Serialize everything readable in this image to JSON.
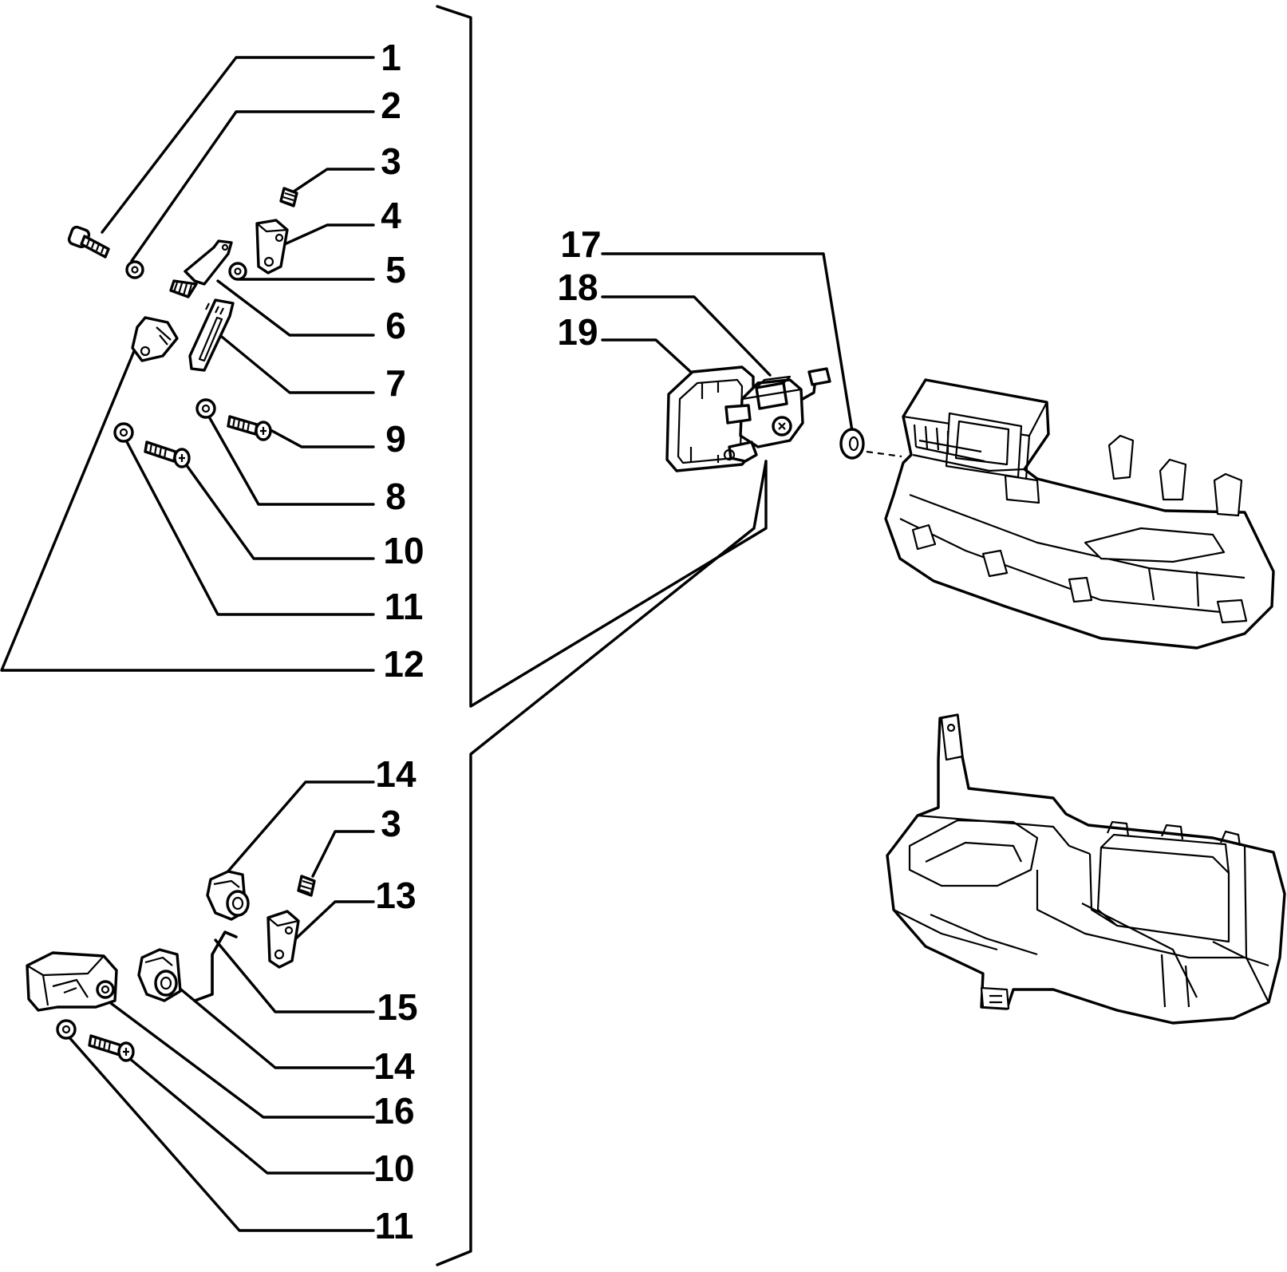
{
  "callouts": [
    {
      "num": "1"
    },
    {
      "num": "2"
    },
    {
      "num": "3"
    },
    {
      "num": "4"
    },
    {
      "num": "5"
    },
    {
      "num": "6"
    },
    {
      "num": "7"
    },
    {
      "num": "9"
    },
    {
      "num": "8"
    },
    {
      "num": "10"
    },
    {
      "num": "11"
    },
    {
      "num": "12"
    },
    {
      "num": "17"
    },
    {
      "num": "18"
    },
    {
      "num": "19"
    },
    {
      "num": "14"
    },
    {
      "num": "3"
    },
    {
      "num": "13"
    },
    {
      "num": "15"
    },
    {
      "num": "14"
    },
    {
      "num": "16"
    },
    {
      "num": "10"
    },
    {
      "num": "11"
    }
  ]
}
